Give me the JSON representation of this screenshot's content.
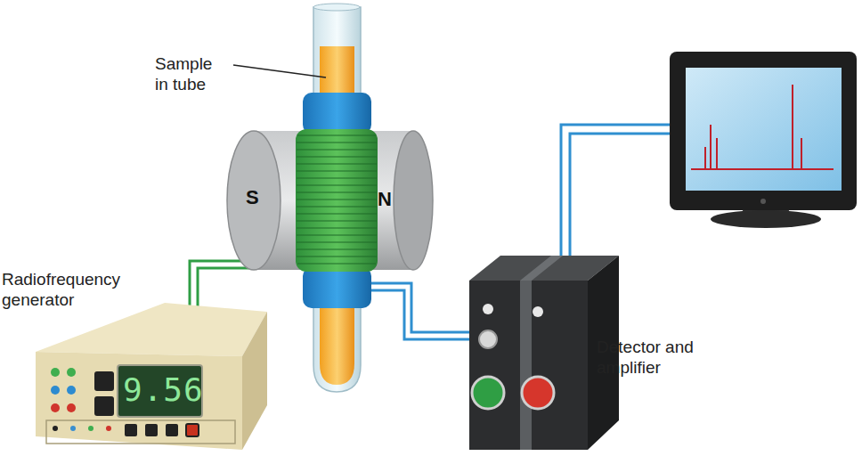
{
  "diagram": {
    "labels": [
      "Sample in tube",
      "S",
      "N",
      "Radiofrequency generator",
      "9.56",
      "Detector and amplifier"
    ]
  }
}
